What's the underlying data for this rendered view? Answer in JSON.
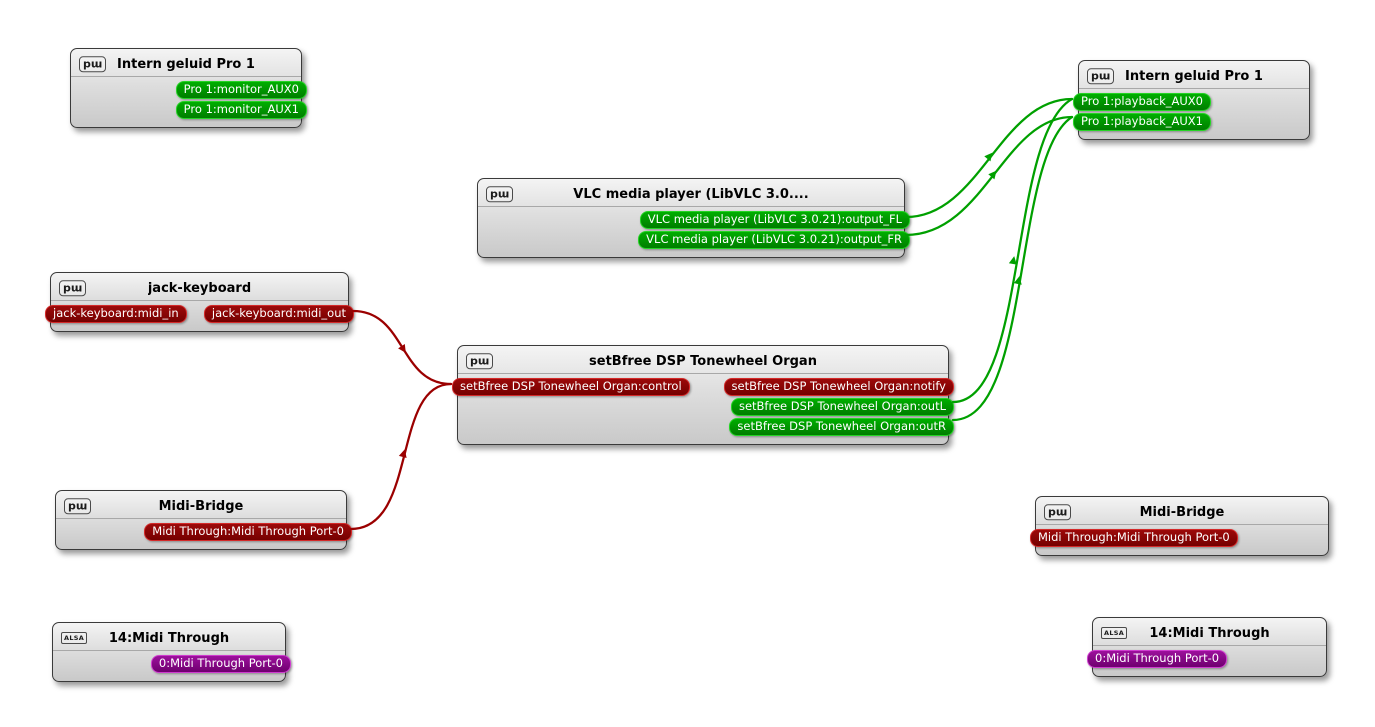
{
  "colors": {
    "canvas_bg": "#ffffff",
    "audio_port": "#009600",
    "audio_edge": "#00a000",
    "midi_port": "#8e0000",
    "midi_edge": "#9b0000",
    "alsa_port": "#8b008b",
    "node_border": "#3a3a3a"
  },
  "icons": {
    "pipewire": "pɯ",
    "alsa": "ALSA"
  },
  "nodes": [
    {
      "title": "Intern geluid Pro 1",
      "icon": "pipewire",
      "ports": [
        {
          "label": "Pro 1:monitor_AUX0",
          "direction": "output",
          "type": "audio"
        },
        {
          "label": "Pro 1:monitor_AUX1",
          "direction": "output",
          "type": "audio"
        }
      ]
    },
    {
      "title": "Intern geluid Pro 1",
      "icon": "pipewire",
      "ports": [
        {
          "label": "Pro 1:playback_AUX0",
          "direction": "input",
          "type": "audio"
        },
        {
          "label": "Pro 1:playback_AUX1",
          "direction": "input",
          "type": "audio"
        }
      ]
    },
    {
      "title": "VLC media player (LibVLC 3.0....",
      "icon": "pipewire",
      "ports": [
        {
          "label": "VLC media player (LibVLC 3.0.21):output_FL",
          "direction": "output",
          "type": "audio"
        },
        {
          "label": "VLC media player (LibVLC 3.0.21):output_FR",
          "direction": "output",
          "type": "audio"
        }
      ]
    },
    {
      "title": "jack-keyboard",
      "icon": "pipewire",
      "ports": [
        {
          "label": "jack-keyboard:midi_in",
          "direction": "input",
          "type": "midi"
        },
        {
          "label": "jack-keyboard:midi_out",
          "direction": "output",
          "type": "midi"
        }
      ]
    },
    {
      "title": "setBfree DSP Tonewheel Organ",
      "icon": "pipewire",
      "ports": [
        {
          "label": "setBfree DSP Tonewheel Organ:control",
          "direction": "input",
          "type": "midi"
        },
        {
          "label": "setBfree DSP Tonewheel Organ:notify",
          "direction": "output",
          "type": "midi"
        },
        {
          "label": "setBfree DSP Tonewheel Organ:outL",
          "direction": "output",
          "type": "audio"
        },
        {
          "label": "setBfree DSP Tonewheel Organ:outR",
          "direction": "output",
          "type": "audio"
        }
      ]
    },
    {
      "title": "Midi-Bridge",
      "icon": "pipewire",
      "ports": [
        {
          "label": "Midi Through:Midi Through Port-0",
          "direction": "output",
          "type": "midi"
        }
      ]
    },
    {
      "title": "Midi-Bridge",
      "icon": "pipewire",
      "ports": [
        {
          "label": "Midi Through:Midi Through Port-0",
          "direction": "input",
          "type": "midi"
        }
      ]
    },
    {
      "title": "14:Midi Through",
      "icon": "alsa",
      "ports": [
        {
          "label": "0:Midi Through Port-0",
          "direction": "output",
          "type": "alsa-midi"
        }
      ]
    },
    {
      "title": "14:Midi Through",
      "icon": "alsa",
      "ports": [
        {
          "label": "0:Midi Through Port-0",
          "direction": "input",
          "type": "alsa-midi"
        }
      ]
    }
  ],
  "edges": [
    {
      "from": "VLC media player (LibVLC 3.0.21):output_FL",
      "to": "Pro 1:playback_AUX0",
      "type": "audio"
    },
    {
      "from": "VLC media player (LibVLC 3.0.21):output_FR",
      "to": "Pro 1:playback_AUX1",
      "type": "audio"
    },
    {
      "from": "setBfree DSP Tonewheel Organ:outL",
      "to": "Pro 1:playback_AUX0",
      "type": "audio"
    },
    {
      "from": "setBfree DSP Tonewheel Organ:outR",
      "to": "Pro 1:playback_AUX1",
      "type": "audio"
    },
    {
      "from": "jack-keyboard:midi_out",
      "to": "setBfree DSP Tonewheel Organ:control",
      "type": "midi"
    },
    {
      "from": "Midi Through:Midi Through Port-0",
      "to": "setBfree DSP Tonewheel Organ:control",
      "type": "midi"
    }
  ]
}
